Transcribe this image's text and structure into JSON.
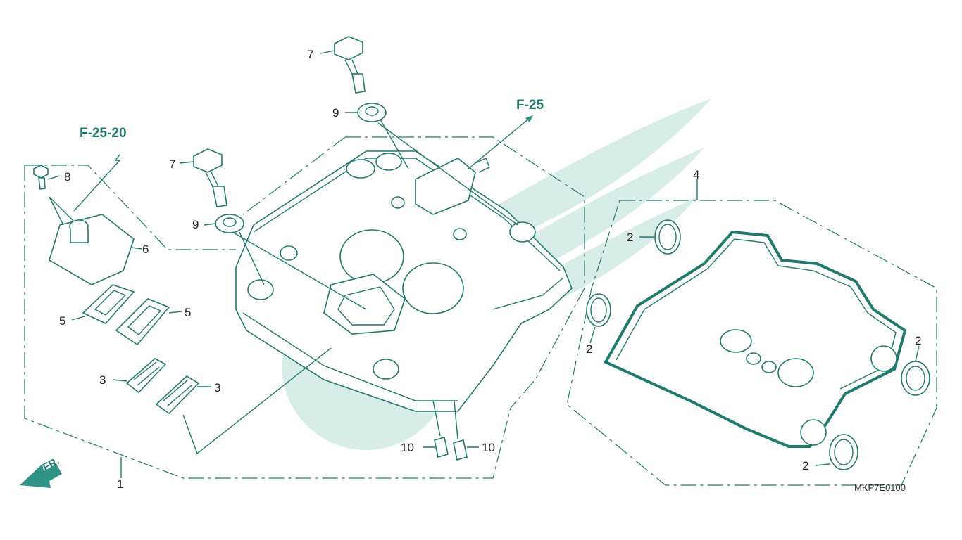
{
  "colors": {
    "accent": "#1f7a6e",
    "label": "#222222",
    "watermark": "#d8ede8"
  },
  "refs": {
    "f25": "F-25",
    "f2520": "F-25-20"
  },
  "callouts": {
    "c1": "1",
    "c2a": "2",
    "c2b": "2",
    "c2c": "2",
    "c2d": "2",
    "c3a": "3",
    "c3b": "3",
    "c4": "4",
    "c5a": "5",
    "c5b": "5",
    "c6": "6",
    "c7a": "7",
    "c7b": "7",
    "c8": "8",
    "c9a": "9",
    "c9b": "9",
    "c10a": "10",
    "c10b": "10"
  },
  "front_label": "FR.",
  "diagram_code": "MKP7E0100"
}
